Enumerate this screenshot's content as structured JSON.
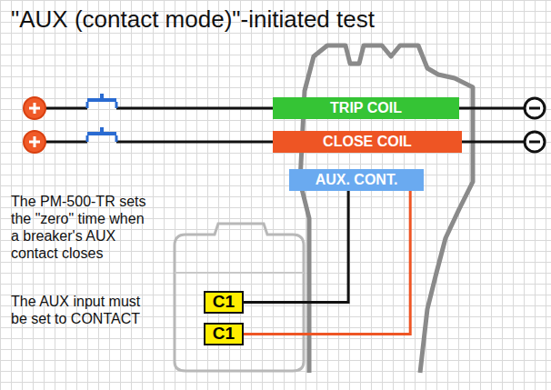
{
  "diagram": {
    "title": "\"AUX (contact mode)\"-initiated test",
    "nodes": [
      {
        "text": [
          "TRIP COIL"
        ]
      },
      {
        "text": [
          "CLOSE COIL"
        ]
      },
      {
        "text": [
          "AUX. CONT."
        ]
      },
      {
        "text": [
          "C1"
        ]
      },
      {
        "text": [
          "C1"
        ]
      }
    ],
    "edges": [
      {
        "from": 2,
        "to": 3,
        "arrow": "none"
      },
      {
        "from": 2,
        "to": 4,
        "arrow": "none"
      }
    ],
    "labels": [
      "The PM-500-TR sets the \"zero\" time when a breaker's AUX contact closes",
      "The AUX input must be set to CONTACT"
    ]
  }
}
